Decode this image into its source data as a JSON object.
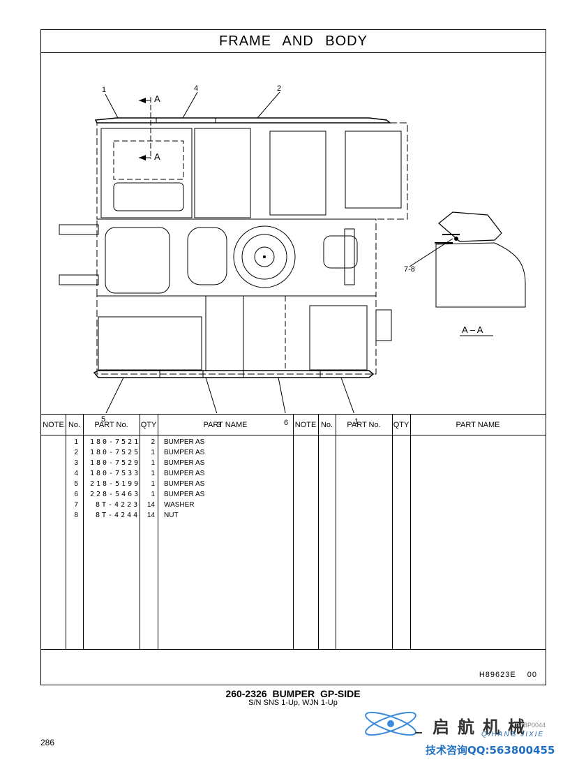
{
  "header": {
    "title": "FRAME AND BODY"
  },
  "drawing": {
    "callouts": [
      "1",
      "4",
      "2",
      "5",
      "3",
      "6",
      "1",
      "7-8"
    ],
    "section_marks": [
      "A",
      "A"
    ],
    "section_label": "A – A"
  },
  "table": {
    "headers": [
      "NOTE",
      "No.",
      "PART No.",
      "QTY",
      "PART NAME",
      "NOTE",
      "No.",
      "PART No.",
      "QTY",
      "PART NAME"
    ],
    "rows": [
      {
        "no": "1",
        "part_no": "180-7521",
        "qty": "2",
        "name": "BUMPER AS"
      },
      {
        "no": "2",
        "part_no": "180-7525",
        "qty": "1",
        "name": "BUMPER AS"
      },
      {
        "no": "3",
        "part_no": "180-7529",
        "qty": "1",
        "name": "BUMPER AS"
      },
      {
        "no": "4",
        "part_no": "180-7533",
        "qty": "1",
        "name": "BUMPER AS"
      },
      {
        "no": "5",
        "part_no": "218-5199",
        "qty": "1",
        "name": "BUMPER AS"
      },
      {
        "no": "6",
        "part_no": "228-5463",
        "qty": "1",
        "name": "BUMPER AS"
      },
      {
        "no": "7",
        "part_no": "8T-4223",
        "qty": "14",
        "name": "WASHER"
      },
      {
        "no": "8",
        "part_no": "8T-4244",
        "qty": "14",
        "name": "NUT"
      }
    ]
  },
  "footer": {
    "code": "H89623E",
    "rev": "00"
  },
  "caption": {
    "line1": "260-2326 BUMPER GP-SIDE",
    "line2": "S/N SNS 1-Up, WJN 1-Up"
  },
  "page_number": "286",
  "watermark": {
    "ref": "XEBP0044",
    "name_cn": "启航机械",
    "pinyin": "QIHANG JIXIE",
    "contact": "技术咨询QQ:563800455"
  }
}
